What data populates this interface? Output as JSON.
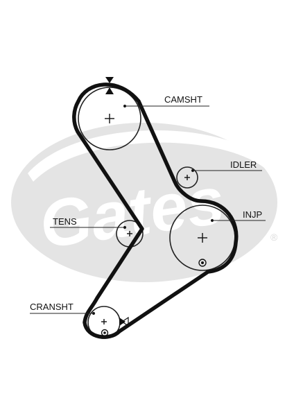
{
  "watermark": {
    "brand": "Gates",
    "registered": "®",
    "color": "#e2e2e2"
  },
  "colors": {
    "belt": "#111111",
    "pulley": "#222222",
    "leader": "#222222",
    "text": "#111111"
  },
  "labels": {
    "camshaft": "CAMSHT",
    "idler": "IDLER",
    "tensioner": "TENS",
    "injection_pump": "INJP",
    "crankshaft": "CRANSHT"
  },
  "markers": {
    "timing_top": "triangle-down-up-marker",
    "timing_crank": "triangle-right-marker"
  }
}
